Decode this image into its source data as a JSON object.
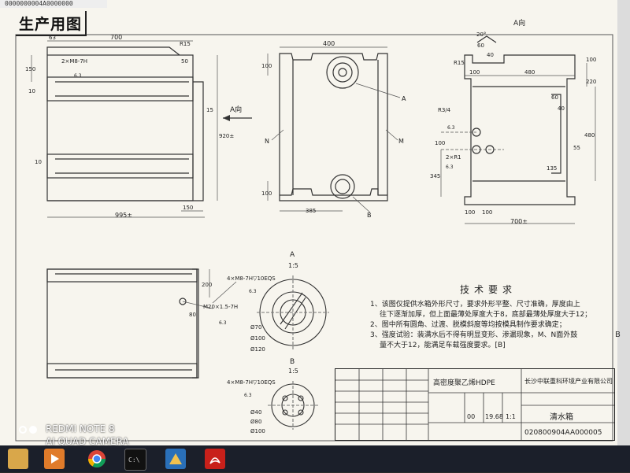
{
  "topbar": {
    "text": "0000000004A0000000"
  },
  "drawing": {
    "title": "生产用图",
    "view_a_label": "A向",
    "arrow_a_label": "A向",
    "dims_front": [
      "63",
      "700",
      "R15",
      "50",
      "150",
      "10",
      "15",
      "920±",
      "10",
      "150",
      "995±",
      "2×M8-7H",
      "6.3"
    ],
    "dims_top": [
      "400",
      "100",
      "A",
      "M",
      "N",
      "B",
      "385",
      "100"
    ],
    "dims_right": [
      "20°",
      "60",
      "40",
      "R15",
      "100",
      "480",
      "220",
      "100",
      "60",
      "40",
      "R3/4",
      "6.3",
      "480",
      "100",
      "55",
      "2×R1",
      "345",
      "135",
      "100",
      "100",
      "700±",
      "6.3"
    ],
    "dims_side": [
      "4×M8-7H▽10EQS",
      "6.3",
      "200",
      "M20×1.5-7H",
      "80",
      "6.3"
    ],
    "detail_a": {
      "label": "A",
      "scale": "1:5",
      "d1": "Ø70",
      "d2": "Ø100",
      "d3": "Ø120"
    },
    "detail_b": {
      "label": "B",
      "scale": "1:5",
      "thread": "4×M8-7H▽10EQS",
      "ra": "6.3",
      "d1": "Ø40",
      "d2": "Ø80",
      "d3": "Ø100"
    },
    "tech_req": {
      "heading": "技术要求",
      "lines": [
        "1、该图仅提供水箱外形尺寸，要求外形平整、尺寸准确，厚度由上",
        "往下逐渐加厚，但上面最薄处厚度大于8，底部最薄处厚度大于12；",
        "2、图中所有圆角、过渡、脱模斜度等均按模具制作要求确定；",
        "3、强度试验：装满水后不得有明显变形、渗漏现象，M、N面外鼓",
        "量不大于12，能满足车载强度要求。[B]"
      ]
    },
    "title_block": {
      "material": "高密度聚乙烯HDPE",
      "company": "长沙中联重科环境产业有限公司",
      "part_name": "清水箱",
      "drawing_no": "020800904AA000005",
      "weight": "19.68",
      "scale": "1:1",
      "stage": "00"
    }
  },
  "watermark": {
    "line1": "REDMI NOTE 8",
    "line2": "AI QUAD CAMERA"
  },
  "taskbar": {
    "icons": [
      "file-explorer-icon",
      "media-player-icon",
      "chrome-icon",
      "terminal-icon",
      "cad-app-icon",
      "pdf-reader-icon"
    ]
  },
  "edge": {
    "letter": "B"
  }
}
